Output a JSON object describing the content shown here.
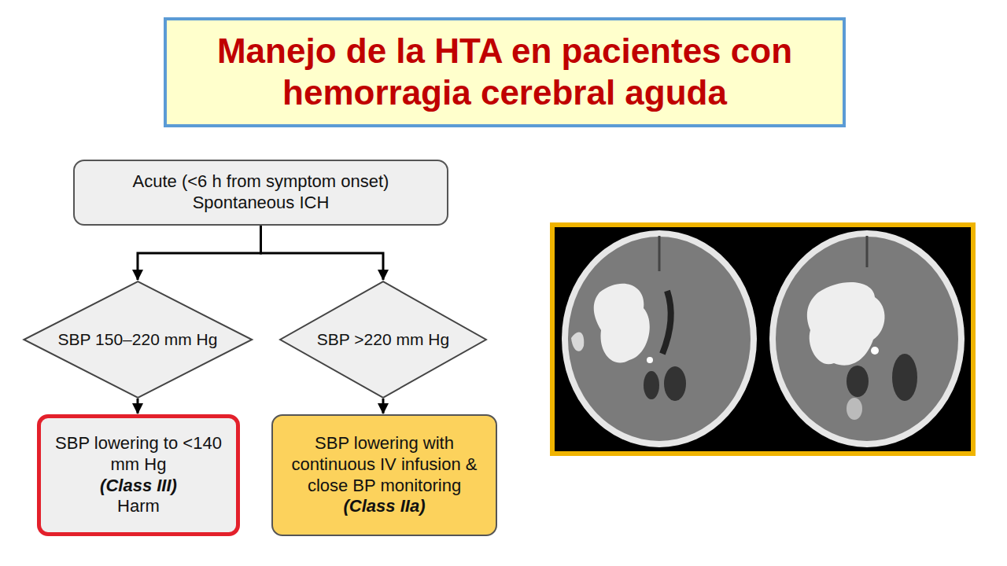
{
  "diagram": {
    "title": "Manejo de la HTA en pacientes con hemorragia cerebral aguda",
    "nodes": [
      {
        "text": [
          "Acute (<6 h from symptom onset) Spontaneous ICH"
        ]
      },
      {
        "text": [
          "SBP 150–220 mm Hg"
        ]
      },
      {
        "text": [
          "SBP >220 mm Hg"
        ]
      },
      {
        "text": [
          "SBP lowering to <140 mm Hg",
          "(Class III)",
          "Harm"
        ]
      },
      {
        "text": [
          "SBP lowering with continuous IV infusion & close BP monitoring",
          "(Class IIa)"
        ]
      }
    ],
    "edges": [
      {
        "from": 0,
        "to": 1,
        "arrow": "to"
      },
      {
        "from": 0,
        "to": 2,
        "arrow": "to"
      },
      {
        "from": 1,
        "to": 3,
        "arrow": "to"
      },
      {
        "from": 2,
        "to": 4,
        "arrow": "to"
      }
    ]
  }
}
